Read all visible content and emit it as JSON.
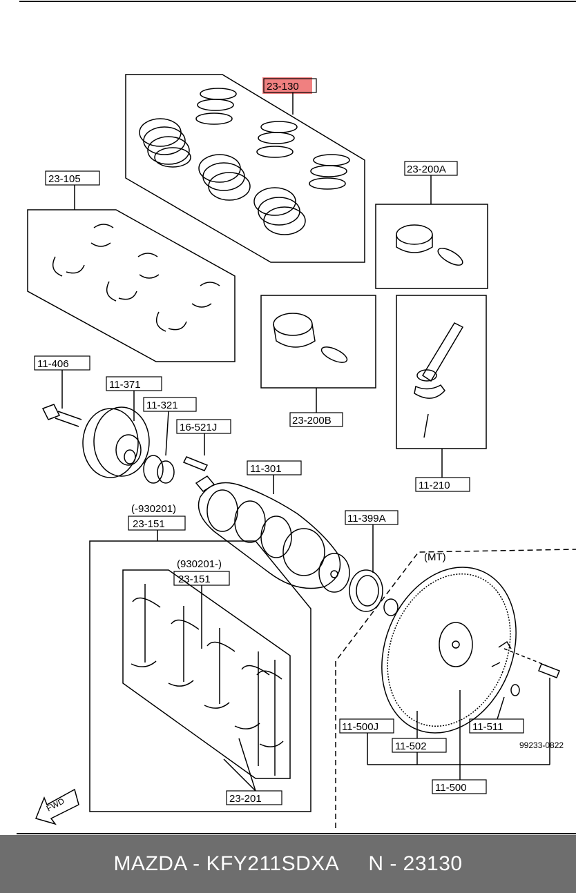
{
  "labels": {
    "l23130": "23-130",
    "l23105": "23-105",
    "l23200A": "23-200A",
    "l23200B": "23-200B",
    "l11406": "11-406",
    "l11371": "11-371",
    "l11321": "11-321",
    "l16521J": "16-521J",
    "l11301": "11-301",
    "l11210": "11-210",
    "l930201a": "(-930201)",
    "l23151a": "23-151",
    "l930201b": "(930201-)",
    "l23151b": "23-151",
    "l11399A": "11-399A",
    "lMT": "(MT)",
    "l11500J": "11-500J",
    "l11502": "11-502",
    "l11511": "11-511",
    "l99233": "99233-0822",
    "l11500": "11-500",
    "l23201": "23-201",
    "lFWD": "FWD"
  },
  "highlight_color": "#f08080",
  "footer": {
    "make_model": "MAZDA - KFY211SDXA",
    "part": "N - 23130"
  }
}
